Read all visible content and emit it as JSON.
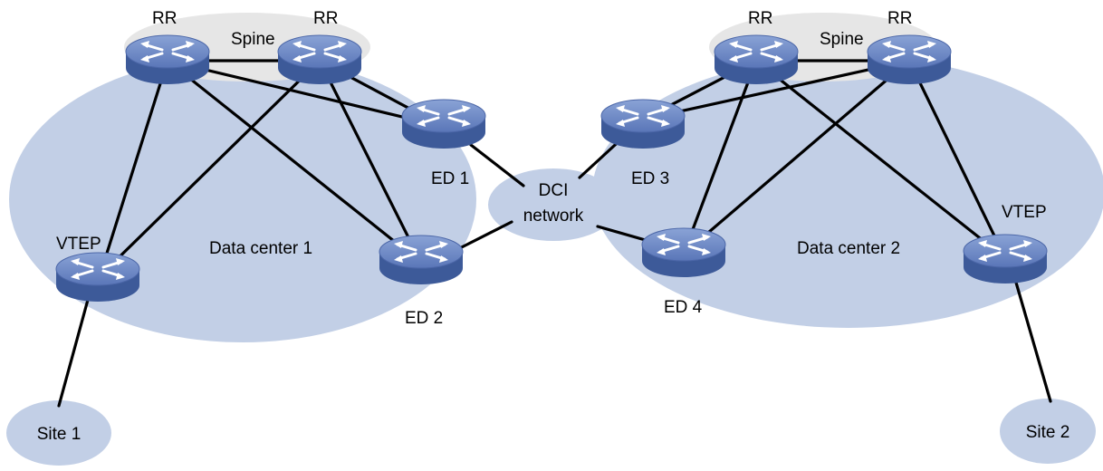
{
  "regions": {
    "dc1": "Data center 1",
    "dc2": "Data center 2",
    "spine1": "Spine",
    "spine2": "Spine",
    "dci_line1": "DCI",
    "dci_line2": "network",
    "site1": "Site 1",
    "site2": "Site 2"
  },
  "devices": {
    "rr1": "RR",
    "rr2": "RR",
    "rr3": "RR",
    "rr4": "RR",
    "ed1": "ED 1",
    "ed2": "ED 2",
    "ed3": "ED 3",
    "ed4": "ED 4",
    "vtep1": "VTEP",
    "vtep2": "VTEP"
  },
  "colors": {
    "region_fill": "#c2cfe6",
    "spine_fill": "#e4e4e4",
    "router_top": "#6c87c4",
    "router_side": "#3d5a99",
    "router_glyph": "#ffffff"
  }
}
